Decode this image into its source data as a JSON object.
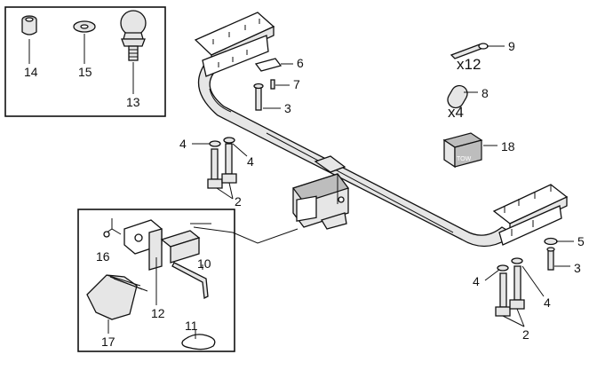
{
  "callouts": {
    "c1": "2",
    "c2": "2",
    "c3": "3",
    "c4": "3",
    "c5": "4",
    "c6": "4",
    "c7": "4",
    "c8": "4",
    "c9": "5",
    "c10": "6",
    "c11": "7",
    "c12": "8",
    "c13": "9",
    "c14": "10",
    "c15": "11",
    "c16": "12",
    "c17": "13",
    "c18": "14",
    "c19": "15",
    "c20": "16",
    "c21": "17",
    "c22": "18"
  },
  "quantities": {
    "pins": "x12",
    "clips": "x4"
  },
  "receiver_cover_text": "TOW"
}
